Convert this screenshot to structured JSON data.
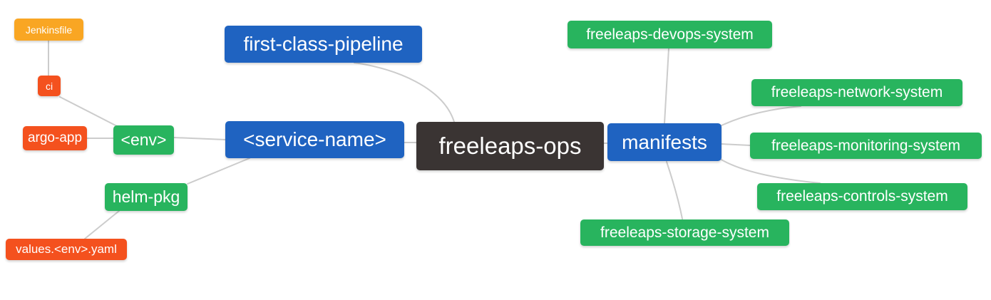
{
  "diagram": {
    "type": "mindmap",
    "background_color": "#FFFFFF"
  },
  "colors": {
    "root_node": "#3A3433",
    "branch_node_blue": "#1F63C1",
    "node_green": "#28B45E",
    "node_red": "#F4511E",
    "node_orange": "#F9A623",
    "edge_line": "#CCCCCC",
    "node_text": "#FFFFFF"
  },
  "mindmap": {
    "root": "freeleaps-ops",
    "nodes": [
      {
        "id": "freeleaps-ops",
        "label": "freeleaps-ops",
        "level": 0,
        "color_role": "root"
      },
      {
        "id": "first-class-pipeline",
        "label": "first-class-pipeline",
        "level": 1,
        "color_role": "blue"
      },
      {
        "id": "service-name",
        "label": "<service-name>",
        "level": 1,
        "color_role": "blue"
      },
      {
        "id": "manifests",
        "label": "manifests",
        "level": 1,
        "color_role": "blue"
      },
      {
        "id": "env",
        "label": "<env>",
        "level": 2,
        "color_role": "green"
      },
      {
        "id": "helm-pkg",
        "label": "helm-pkg",
        "level": 2,
        "color_role": "green"
      },
      {
        "id": "ci",
        "label": "ci",
        "level": 3,
        "color_role": "red"
      },
      {
        "id": "argo-app",
        "label": "argo-app",
        "level": 3,
        "color_role": "red"
      },
      {
        "id": "jenkinsfile",
        "label": "Jenkinsfile",
        "level": 4,
        "color_role": "orange"
      },
      {
        "id": "values-env-yaml",
        "label": "values.<env>.yaml",
        "level": 3,
        "color_role": "red"
      },
      {
        "id": "freeleaps-devops",
        "label": "freeleaps-devops-system",
        "level": 2,
        "color_role": "green"
      },
      {
        "id": "freeleaps-network",
        "label": "freeleaps-network-system",
        "level": 2,
        "color_role": "green"
      },
      {
        "id": "freeleaps-monitoring",
        "label": "freeleaps-monitoring-system",
        "level": 2,
        "color_role": "green"
      },
      {
        "id": "freeleaps-controls",
        "label": "freeleaps-controls-system",
        "level": 2,
        "color_role": "green"
      },
      {
        "id": "freeleaps-storage",
        "label": "freeleaps-storage-system",
        "level": 2,
        "color_role": "green"
      }
    ],
    "edges": [
      {
        "from": "jenkinsfile",
        "to": "ci"
      },
      {
        "from": "ci",
        "to": "env"
      },
      {
        "from": "argo-app",
        "to": "env"
      },
      {
        "from": "env",
        "to": "service-name"
      },
      {
        "from": "helm-pkg",
        "to": "service-name"
      },
      {
        "from": "values-env-yaml",
        "to": "helm-pkg"
      },
      {
        "from": "first-class-pipeline",
        "to": "freeleaps-ops"
      },
      {
        "from": "service-name",
        "to": "freeleaps-ops"
      },
      {
        "from": "freeleaps-ops",
        "to": "manifests"
      },
      {
        "from": "manifests",
        "to": "freeleaps-devops"
      },
      {
        "from": "manifests",
        "to": "freeleaps-network"
      },
      {
        "from": "manifests",
        "to": "freeleaps-monitoring"
      },
      {
        "from": "manifests",
        "to": "freeleaps-controls"
      },
      {
        "from": "manifests",
        "to": "freeleaps-storage"
      }
    ]
  }
}
